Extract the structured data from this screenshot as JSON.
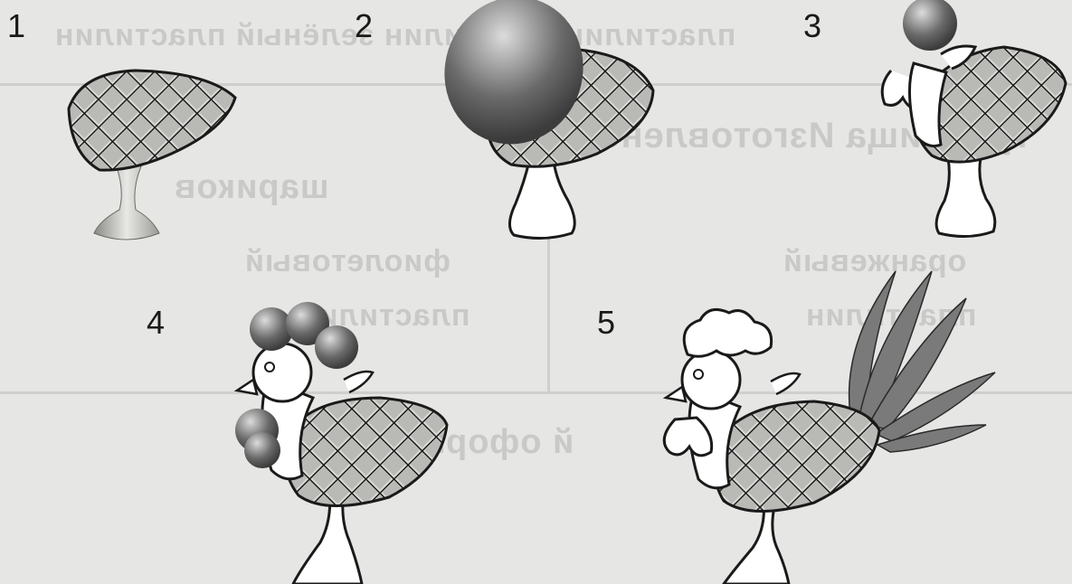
{
  "steps": [
    {
      "number": "1"
    },
    {
      "number": "2"
    },
    {
      "number": "3"
    },
    {
      "number": "4"
    },
    {
      "number": "5"
    }
  ],
  "bleed_through": {
    "line1": "пластилин   пластилин   зелёный   пластилин",
    "line2": "туловища   Изготовлено",
    "line3": "шариков",
    "line4a": "оранжевый",
    "line4b": "фиолетовый",
    "line5a": "пластилин",
    "line5b": "пластилин",
    "line6": "й   оформление   ..."
  },
  "colors": {
    "background": "#e6e6e4",
    "ink": "#1a1a1a",
    "ball_dark": "#555555",
    "ball_light": "#d8d8d8",
    "feather": "#7a7a7a"
  }
}
